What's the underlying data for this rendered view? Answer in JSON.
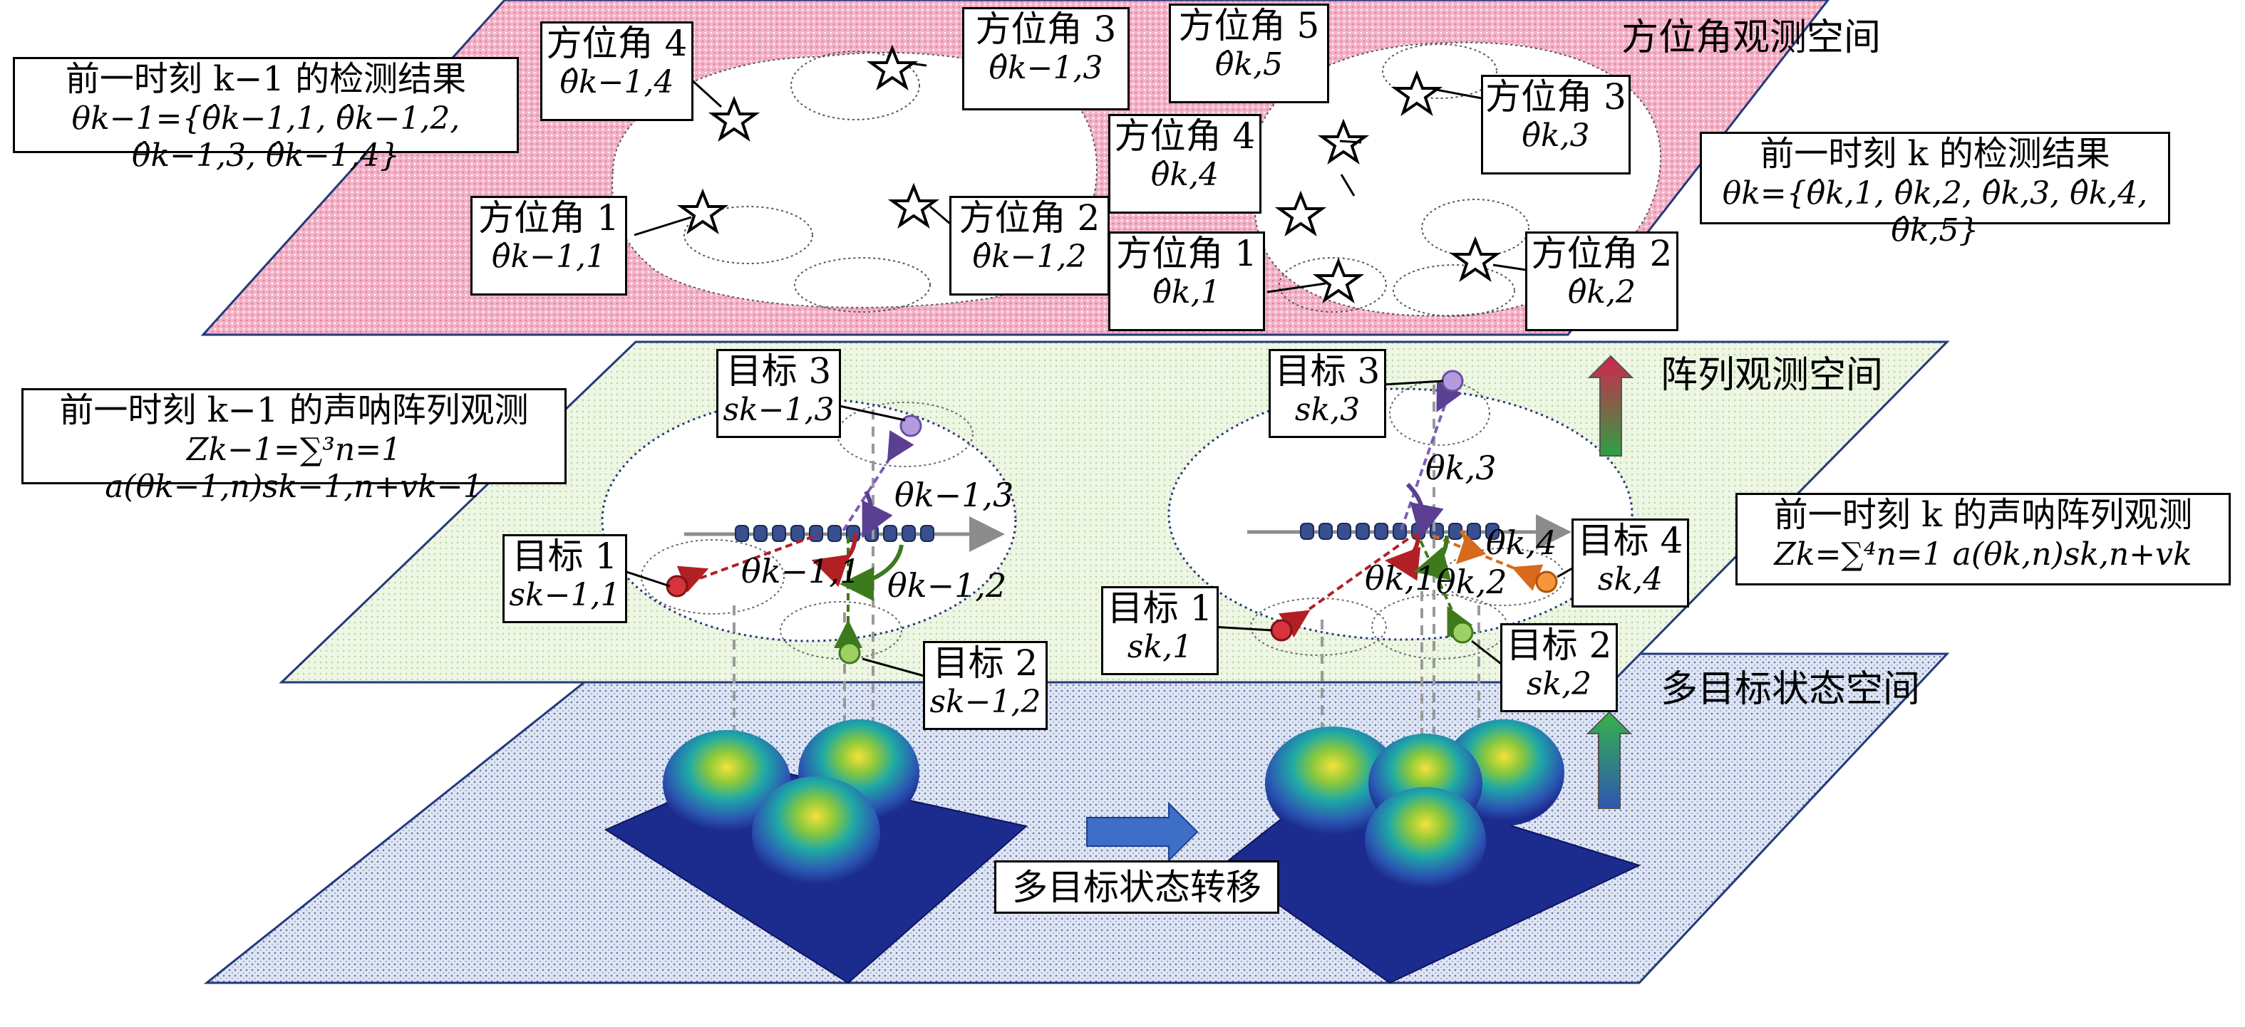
{
  "spaces": {
    "azimuth": "方位角观测空间",
    "array": "阵列观测空间",
    "state": "多目标状态空间"
  },
  "transition_label": "多目标状态转移",
  "azimuth_prev": [
    {
      "name": "方位角 4",
      "math": "θ̂k−1,4"
    },
    {
      "name": "方位角 3",
      "math": "θ̂k−1,3"
    },
    {
      "name": "方位角 1",
      "math": "θ̂k−1,1"
    },
    {
      "name": "方位角 2",
      "math": "θ̂k−1,2"
    }
  ],
  "azimuth_curr": [
    {
      "name": "方位角 5",
      "math": "θ̂k,5"
    },
    {
      "name": "方位角 3",
      "math": "θ̂k,3"
    },
    {
      "name": "方位角 4",
      "math": "θ̂k,4"
    },
    {
      "name": "方位角 1",
      "math": "θ̂k,1"
    },
    {
      "name": "方位角 2",
      "math": "θ̂k,2"
    }
  ],
  "detect_prev": {
    "title": "前一时刻 k−1 的检测结果",
    "math": "θk−1={θ̂k−1,1, θ̂k−1,2, θ̂k−1,3, θ̂k−1,4}"
  },
  "detect_curr": {
    "title": "前一时刻 k 的检测结果",
    "math": "θk={θ̂k,1, θ̂k,2, θ̂k,3, θ̂k,4, θ̂k,5}"
  },
  "obs_prev": {
    "title": "前一时刻 k−1 的声呐阵列观测",
    "math": "Zk−1=∑³n=1 a(θk−1,n)sk−1,n+vk−1"
  },
  "obs_curr": {
    "title": "前一时刻 k 的声呐阵列观测",
    "math": "Zk=∑⁴n=1 a(θk,n)sk,n+vk"
  },
  "targets_prev": [
    {
      "name": "目标 3",
      "math": "sk−1,3"
    },
    {
      "name": "目标 1",
      "math": "sk−1,1"
    },
    {
      "name": "目标 2",
      "math": "sk−1,2"
    }
  ],
  "targets_curr": [
    {
      "name": "目标 3",
      "math": "sk,3"
    },
    {
      "name": "目标 1",
      "math": "sk,1"
    },
    {
      "name": "目标 2",
      "math": "sk,2"
    },
    {
      "name": "目标 4",
      "math": "sk,4"
    }
  ],
  "angles_prev": [
    "θk−1,3",
    "θk−1,1",
    "θk−1,2"
  ],
  "angles_curr": [
    "θk,3",
    "θk,1",
    "θk,2",
    "θk,4"
  ],
  "colors": {
    "azimuth_plane": "#f6c8d6",
    "array_plane": "#e3f0d6",
    "state_plane": "#cfd7ea",
    "target1": "#c0262d",
    "target2": "#7dbb3e",
    "target3": "#9b80c8",
    "target4": "#f07f2a"
  }
}
